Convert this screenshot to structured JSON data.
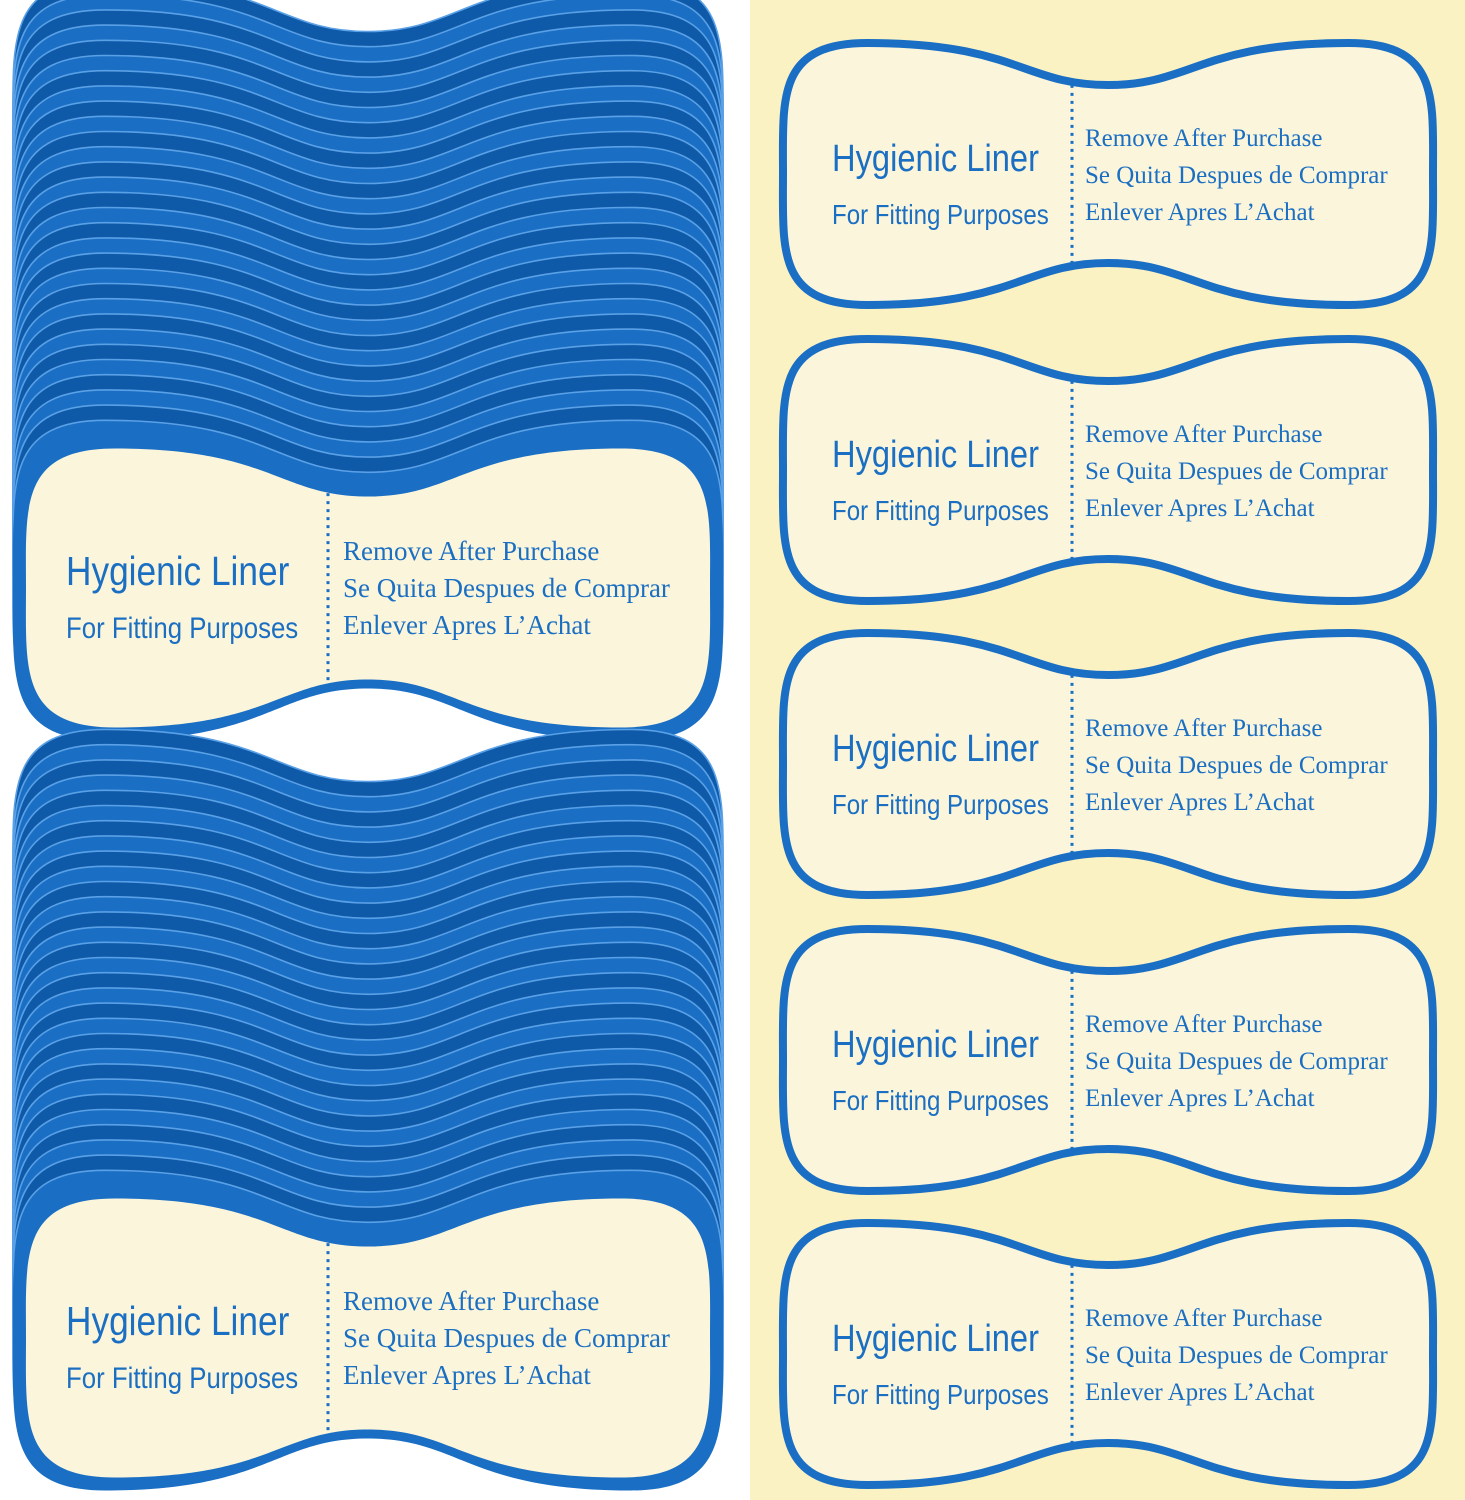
{
  "colors": {
    "background": "#ffffff",
    "liner_blue": "#1a6fc4",
    "liner_blue_dark": "#0f5aa8",
    "liner_cream": "#fbf5dc",
    "backing_sheet": "#fbf2c4",
    "text_blue": "#1b6fc2"
  },
  "liner": {
    "title": "Hygienic Liner",
    "subtitle": "For Fitting Purposes",
    "line_en": "Remove After Purchase",
    "line_es": "Se Quita Despues de Comprar",
    "line_fr": "Enlever Apres L’Achat"
  },
  "stacks": [
    {
      "name": "stack-top"
    },
    {
      "name": "stack-bottom"
    }
  ],
  "sheet_labels": [
    {
      "name": "sheet-label-1"
    },
    {
      "name": "sheet-label-2"
    },
    {
      "name": "sheet-label-3"
    },
    {
      "name": "sheet-label-4"
    },
    {
      "name": "sheet-label-5"
    }
  ]
}
